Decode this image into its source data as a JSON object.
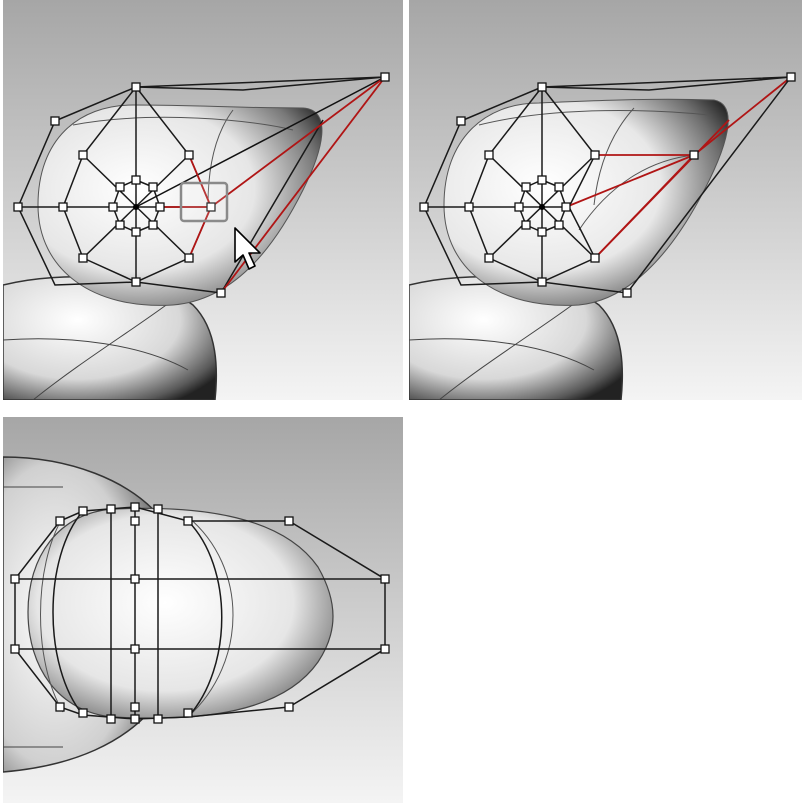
{
  "viewports": [
    {
      "id": "viewport-top-left",
      "state": "point-being-dragged"
    },
    {
      "id": "viewport-top-right",
      "state": "point-moved"
    },
    {
      "id": "viewport-bottom-left",
      "state": "side-view"
    }
  ],
  "colors": {
    "background_top": "#a6a6a6",
    "background_bottom": "#f2f2f2",
    "control_polygon": "#1a1a1a",
    "selected_polygon": "#b01515",
    "control_point_fill": "#ffffff",
    "selection_box": "#8a8a8a"
  },
  "icons": {
    "cursor": "arrow-cursor-icon"
  }
}
